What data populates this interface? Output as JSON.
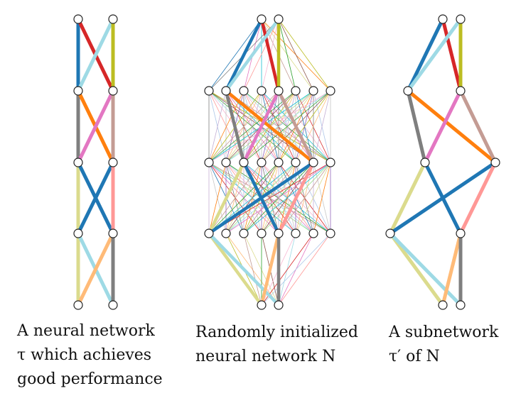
{
  "colors": {
    "node_fill": "#ffffff",
    "node_stroke": "#222222",
    "palette": [
      "#1f77b4",
      "#ff7f0e",
      "#2ca02c",
      "#d62728",
      "#9467bd",
      "#8c564b",
      "#e377c2",
      "#7f7f7f",
      "#bcbd22",
      "#17becf",
      "#aec7e8",
      "#ffbb78",
      "#98df8a",
      "#ff9896",
      "#c5b0d5",
      "#c49c94",
      "#f7b6d2",
      "#c7c7c7",
      "#dbdb8d",
      "#9edae5"
    ]
  },
  "captions": {
    "target_network": [
      "A neural network",
      "τ which achieves",
      "good performance"
    ],
    "random_network": [
      "Randomly initialized",
      "neural network N"
    ],
    "subnetwork": [
      "A subnetwork",
      "τ′ of N"
    ]
  }
}
